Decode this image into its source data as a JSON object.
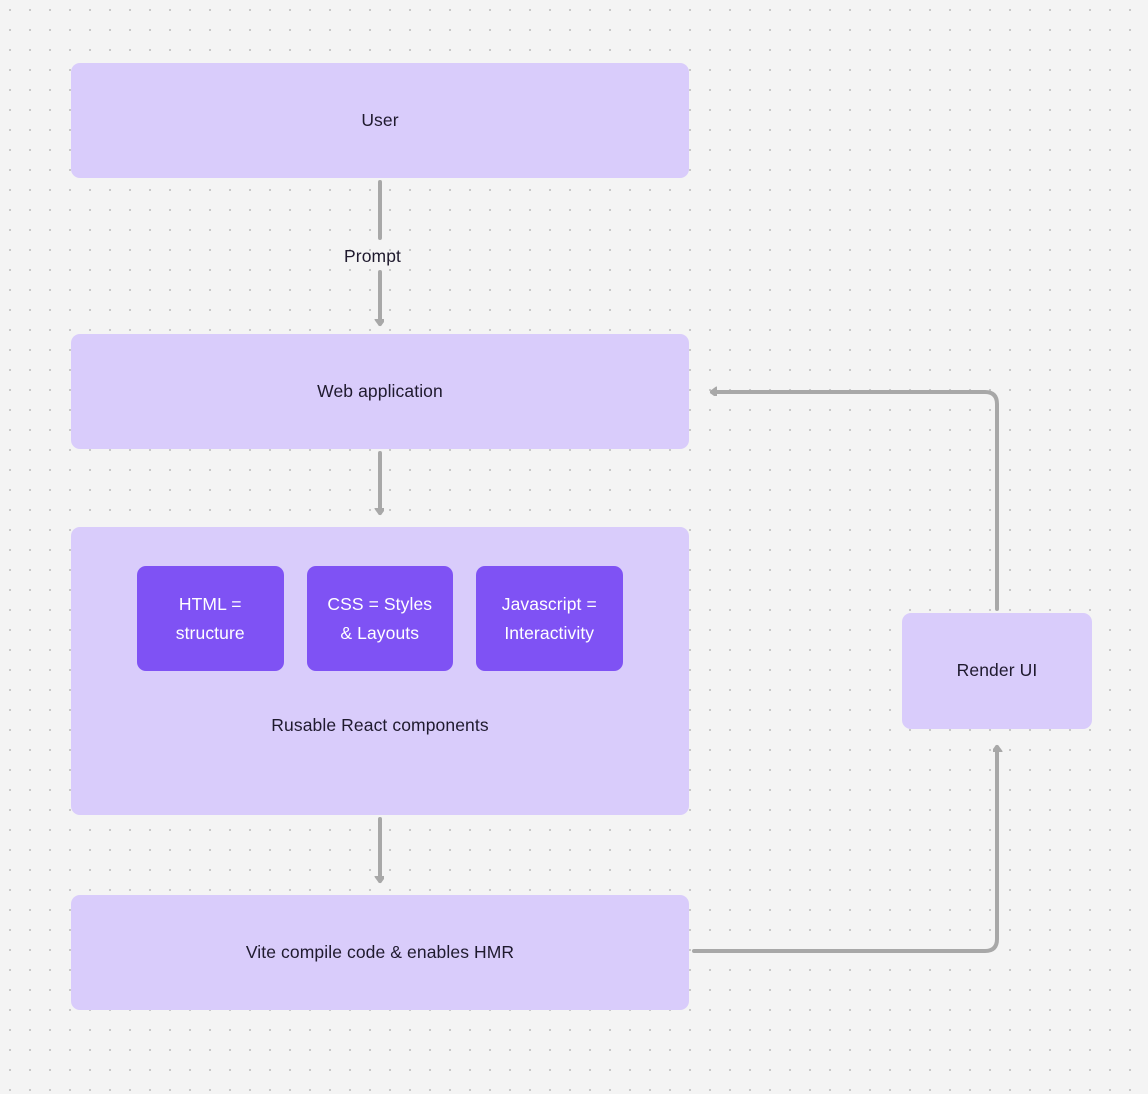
{
  "diagram": {
    "title": "Web application rendering flow",
    "background_color": "#f4f4f4",
    "node_fill": "#d9ccfb",
    "accent_fill": "#7f52f4",
    "edge_color": "#a8a8a8",
    "text_color": "#1f1a2e"
  },
  "nodes": [
    {
      "id": "user",
      "label": "User"
    },
    {
      "id": "webapp",
      "label": "Web application"
    },
    {
      "id": "react",
      "label": "Rusable React components"
    },
    {
      "id": "vite",
      "label": "Vite compile code & enables HMR"
    },
    {
      "id": "render",
      "label": "Render UI"
    }
  ],
  "sub_nodes": [
    {
      "id": "html",
      "line1": "HTML =",
      "line2": "structure"
    },
    {
      "id": "css",
      "line1": "CSS = Styles",
      "line2": "& Layouts"
    },
    {
      "id": "js",
      "line1": "Javascript =",
      "line2": "Interactivity"
    }
  ],
  "edges": [
    {
      "id": "user-to-webapp",
      "from": "user",
      "to": "webapp",
      "label": "Prompt"
    },
    {
      "id": "webapp-to-react",
      "from": "webapp",
      "to": "react",
      "label": ""
    },
    {
      "id": "react-to-vite",
      "from": "react",
      "to": "vite",
      "label": ""
    },
    {
      "id": "vite-to-render",
      "from": "vite",
      "to": "render",
      "label": ""
    },
    {
      "id": "render-to-webapp",
      "from": "render",
      "to": "webapp",
      "label": ""
    }
  ]
}
